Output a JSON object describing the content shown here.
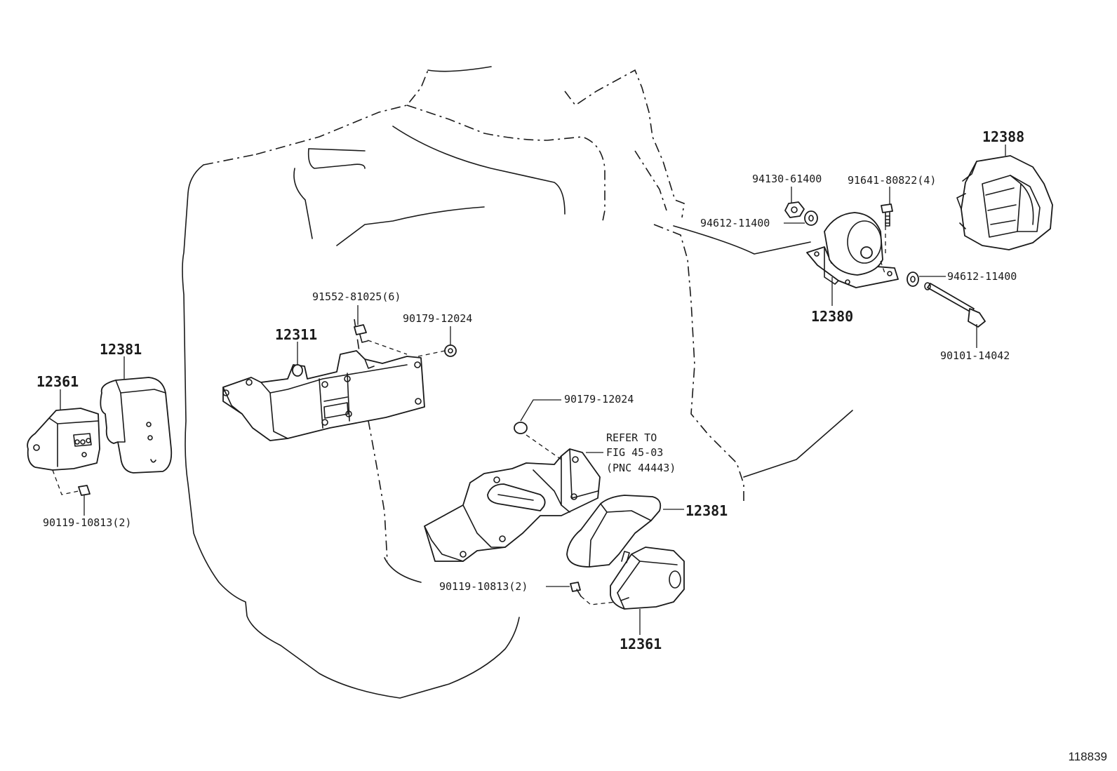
{
  "figure_number": "118839",
  "labels": {
    "p12388": "12388",
    "p94130": "94130-61400",
    "p91641": "91641-80822(4)",
    "p94612_left": "94612-11400",
    "p94612_right": "94612-11400",
    "p12380": "12380",
    "p90101": "90101-14042",
    "p91552": "91552-81025(6)",
    "p90179_top": "90179-12024",
    "p12311": "12311",
    "p12381_left": "12381",
    "p12361_left": "12361",
    "p90119_left": "90119-10813(2)",
    "p90179_mid": "90179-12024",
    "refer_line1": "REFER TO",
    "refer_line2": "FIG 45-03",
    "refer_line3": "(PNC 44443)",
    "p12381_right": "12381",
    "p90119_right": "90119-10813(2)",
    "p12361_right": "12361"
  }
}
